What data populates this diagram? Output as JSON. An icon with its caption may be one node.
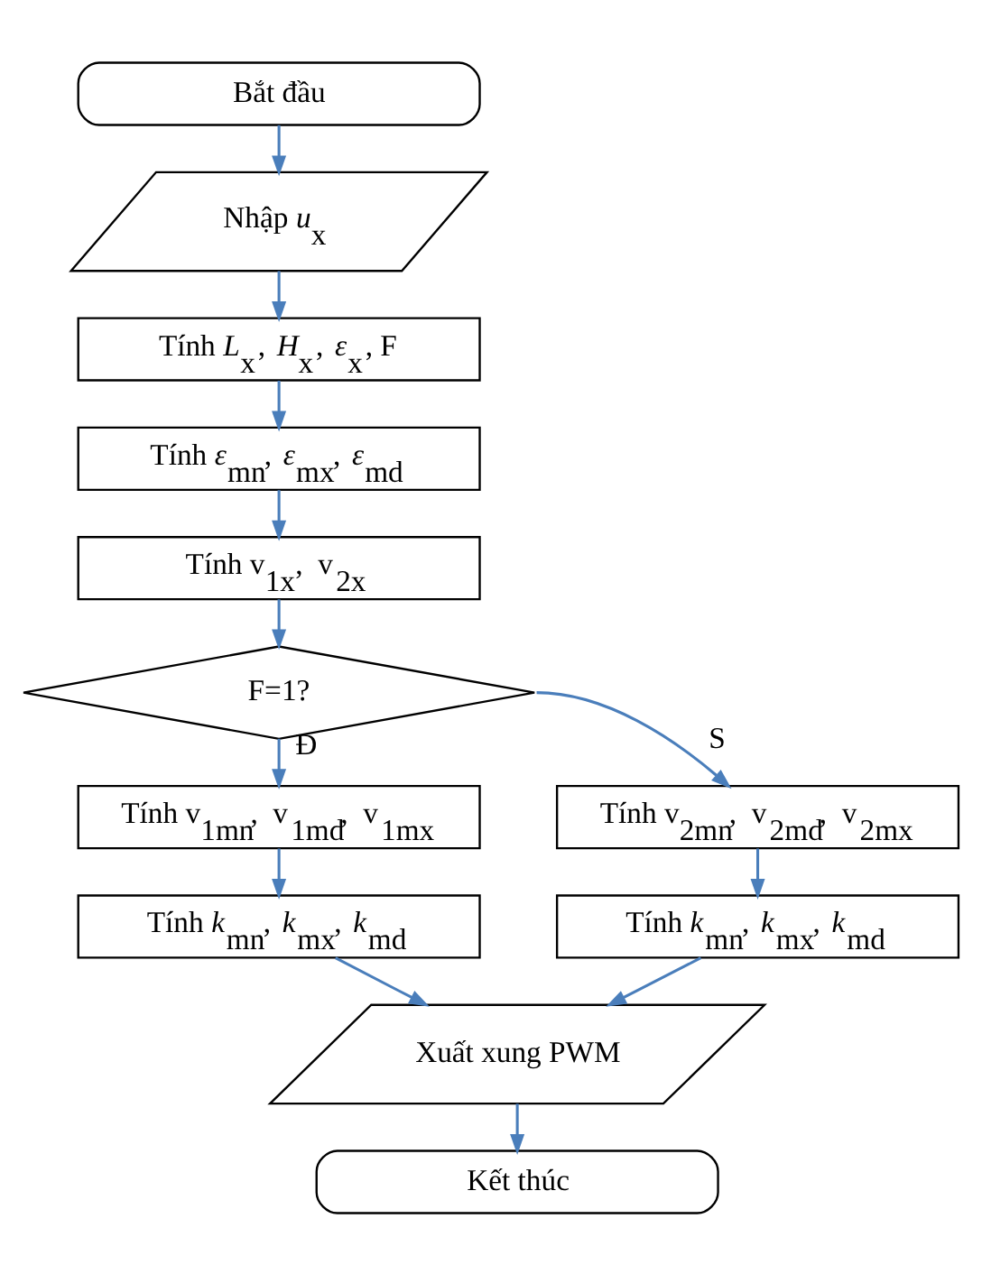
{
  "diagram": {
    "nodes": [
      {
        "text": [
          "Bắt đầu"
        ]
      },
      {
        "text": [
          "Nhập *u*$_{x}$"
        ]
      },
      {
        "text": [
          "Tính *L*$_{x}$, *H*$_{x}$, *ε*$_{x}$, F"
        ]
      },
      {
        "text": [
          "Tính *ε*$_{mn}$, *ε*$_{mx}$, *ε*$_{md}$"
        ]
      },
      {
        "text": [
          "Tính v⃗$_{1x}$, v⃗$_{2x}$"
        ]
      },
      {
        "text": [
          "F=1?"
        ]
      },
      {
        "text": [
          "Tính v⃗$_{1mn}$, v⃗$_{1md}$, v⃗$_{1mx}$"
        ]
      },
      {
        "text": [
          "Tính v⃗$_{2mn}$, v⃗$_{2md}$, v⃗$_{2mx}$"
        ]
      },
      {
        "text": [
          "Tính *k*$_{mn}$, *k*$_{mx}$, *k*$_{md}$"
        ]
      },
      {
        "text": [
          "Tính *k*$_{mn}$, *k*$_{mx}$, *k*$_{md}$"
        ]
      },
      {
        "text": [
          "Xuất xung PWM"
        ]
      },
      {
        "text": [
          "Kết thúc"
        ]
      }
    ],
    "edges": [
      {
        "from": 0,
        "to": 1,
        "arrow": "to"
      },
      {
        "from": 1,
        "to": 2,
        "arrow": "to"
      },
      {
        "from": 2,
        "to": 3,
        "arrow": "to"
      },
      {
        "from": 3,
        "to": 4,
        "arrow": "to"
      },
      {
        "from": 4,
        "to": 5,
        "arrow": "to"
      },
      {
        "from": 5,
        "to": 6,
        "arrow": "to",
        "label": "Đ"
      },
      {
        "from": 5,
        "to": 7,
        "arrow": "to",
        "label": "S"
      },
      {
        "from": 6,
        "to": 8,
        "arrow": "to"
      },
      {
        "from": 7,
        "to": 9,
        "arrow": "to"
      },
      {
        "from": 8,
        "to": 10,
        "arrow": "to"
      },
      {
        "from": 9,
        "to": 10,
        "arrow": "to"
      },
      {
        "from": 10,
        "to": 11,
        "arrow": "to"
      }
    ]
  }
}
